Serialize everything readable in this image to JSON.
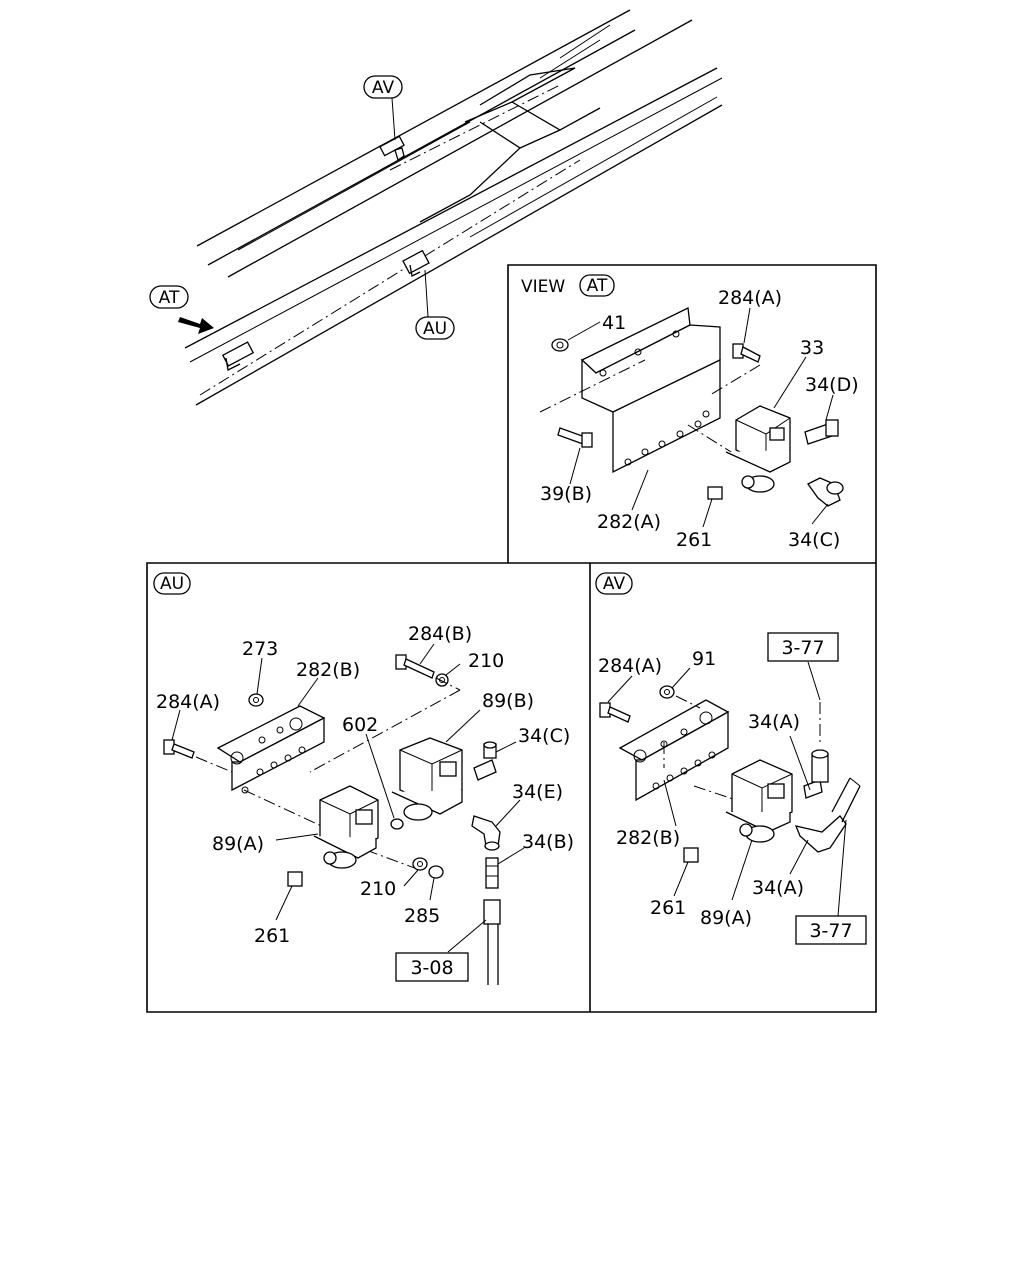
{
  "overview": {
    "callout_av": "AV",
    "callout_au": "AU",
    "callout_at": "AT"
  },
  "view_at": {
    "title_prefix": "VIEW",
    "title_callout": "AT",
    "labels": [
      "41",
      "284(A)",
      "33",
      "34(D)",
      "39(B)",
      "282(A)",
      "261",
      "34(C)"
    ]
  },
  "view_au": {
    "callout": "AU",
    "labels": [
      "273",
      "282(B)",
      "284(B)",
      "210",
      "284(A)",
      "602",
      "89(B)",
      "34(C)",
      "34(E)",
      "89(A)",
      "34(B)",
      "210",
      "285",
      "261"
    ],
    "ref_box": "3-08"
  },
  "view_av": {
    "callout": "AV",
    "labels": [
      "284(A)",
      "91",
      "34(A)",
      "282(B)",
      "261",
      "89(A)",
      "34(A)"
    ],
    "ref_box_top": "3-77",
    "ref_box_bottom": "3-77"
  }
}
